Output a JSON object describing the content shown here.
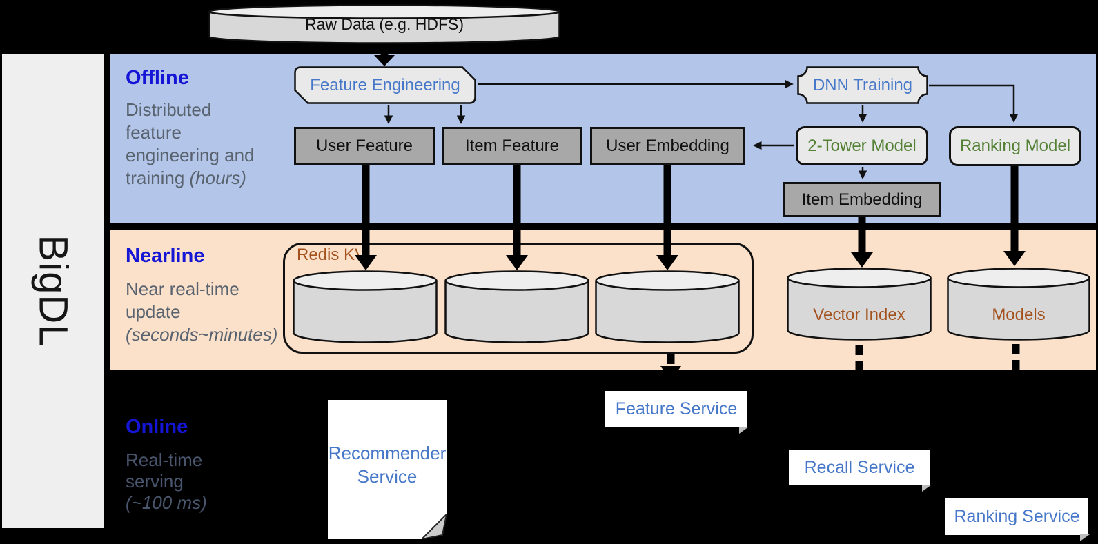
{
  "sidebar": {
    "label": "BigDL"
  },
  "raw_data": {
    "label": "Raw Data (e.g. HDFS)"
  },
  "offline": {
    "title": "Offline",
    "description_lines": [
      "Distributed",
      "feature",
      "engineering and"
    ],
    "description_tail": "training",
    "description_italic": "(hours)",
    "feature_engineering": "Feature Engineering",
    "dnn_training": "DNN Training",
    "user_feature": "User Feature",
    "item_feature": "Item Feature",
    "user_embedding": "User Embedding",
    "two_tower_model": "2-Tower Model",
    "ranking_model": "Ranking Model",
    "item_embedding": "Item Embedding"
  },
  "nearline": {
    "title": "Nearline",
    "description_lines": [
      "Near real-time",
      "update"
    ],
    "description_italic": "(seconds~minutes)",
    "redis_kv": "Redis KV",
    "vector_index": "Vector Index",
    "models": "Models"
  },
  "online": {
    "title": "Online",
    "description_lines": [
      "Real-time",
      "serving"
    ],
    "description_italic": "(~100 ms)",
    "recommender_service_lines": [
      "Recommender",
      "Service"
    ],
    "feature_service": "Feature Service",
    "recall_service": "Recall Service",
    "ranking_service": "Ranking Service"
  },
  "colors": {
    "offline_band": "#b3c5e8",
    "nearline_band": "#fbe0ca",
    "sidebar_bg": "#efefef",
    "canvas_bg": "#000000",
    "section_title_blue": "#1515d6",
    "description_gray": "#59636f",
    "online_description_gray": "#4a566e",
    "node_text_blue": "#4677c8",
    "node_text_green": "#538135",
    "store_text_brown": "#a3511d",
    "node_fill_light": "#e9e9e9",
    "node_fill_gray": "#a8a8a8",
    "cylinder_fill": "#d8d8d8",
    "cylinder_top_fill": "#eeeeee",
    "outline_black": "#111111",
    "service_bg": "#ffffff"
  }
}
